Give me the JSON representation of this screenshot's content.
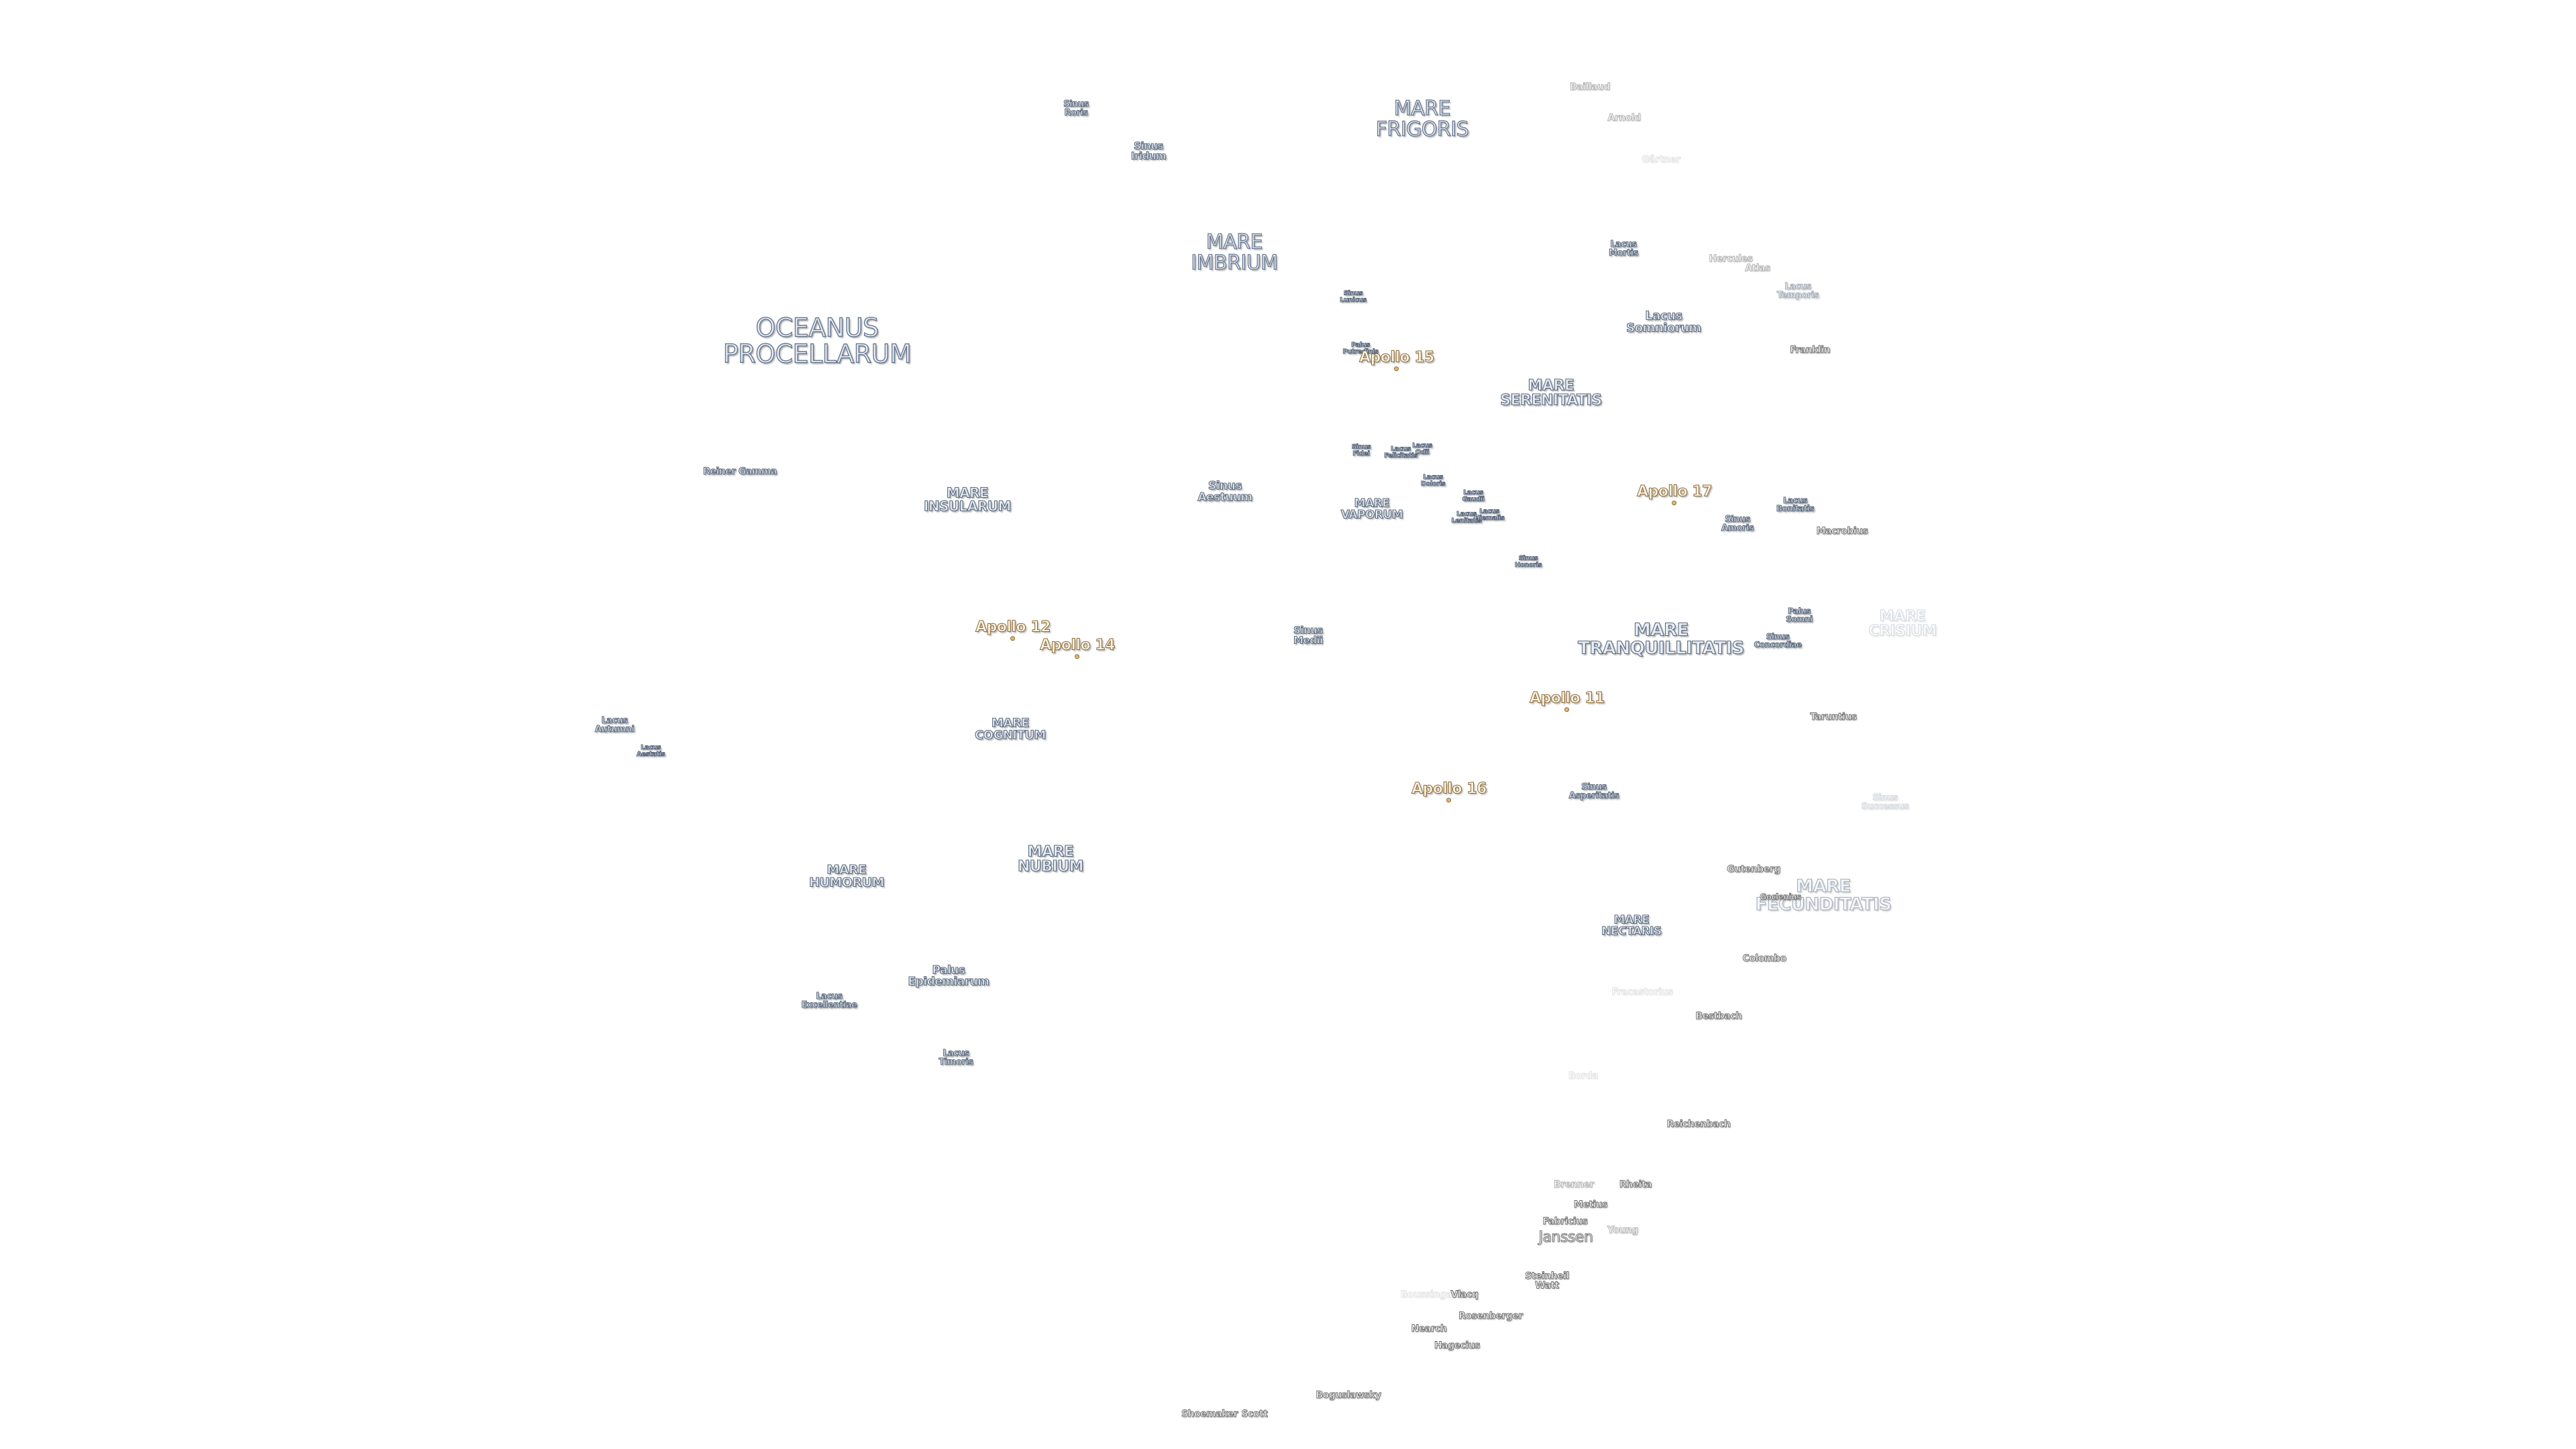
{
  "map": {
    "oceanus_procellarum": "OCEANUS\nPROCELLARUM",
    "mare_frigoris": "MARE\nFRIGORIS",
    "mare_imbrium": "MARE\nIMBRIUM",
    "mare_serenitatis": "MARE\nSERENITATIS",
    "mare_tranquillitatis": "MARE\nTRANQUILLITATIS",
    "mare_crisium": "MARE\nCRISIUM",
    "mare_fecunditatis": "MARE\nFECUNDITATIS",
    "mare_nectaris": "MARE\nNECTARIS",
    "mare_nubium": "MARE\nNUBIUM",
    "mare_humorum": "MARE\nHUMORUM",
    "mare_cognitum": "MARE\nCOGNITUM",
    "mare_insularum": "MARE\nINSULARUM",
    "mare_vaporum": "MARE\nVAPORUM",
    "sinus_roris": "Sinus\nRoris",
    "sinus_iridum": "Sinus\nIridum",
    "sinus_lunicus": "Sinus\nLunicus",
    "palus_putredinis": "Palus\nPutredinis",
    "sinus_fidei": "Sinus\nFidei",
    "lacus_felicitatis": "Lacus\nFelicitatis",
    "lacus_odii": "Lacus\nOdii",
    "lacus_doloris": "Lacus\nDoloris",
    "lacus_gaudii": "Lacus\nGaudii",
    "lacus_lenitatis": "Lacus\nLenitatis",
    "lacus_hiemalis": "Lacus\nHiemalis",
    "sinus_honoris": "Sinus\nHonoris",
    "sinus_aestuum": "Sinus\nAestuum",
    "sinus_medii": "Sinus\nMedii",
    "lacus_mortis": "Lacus\nMortis",
    "lacus_somniorum": "Lacus\nSomniorum",
    "lacus_temporis": "Lacus\nTemporis",
    "sinus_amoris": "Sinus\nAmoris",
    "lacus_bonitatis": "Lacus\nBonitatis",
    "palus_somni": "Palus\nSomni",
    "sinus_concordiae": "Sinus\nConcordiae",
    "sinus_asperitatis": "Sinus\nAsperitatis",
    "sinus_successus": "Sinus\nSuccessus",
    "lacus_autumni": "Lacus\nAutumni",
    "lacus_aestatis": "Lacus\nAestatis",
    "palus_epidemiarum": "Palus\nEpidemiarum",
    "lacus_excellentiae": "Lacus\nExcellentiae",
    "lacus_timoris": "Lacus\nTimoris",
    "reiner_gamma": "Reiner Gamma",
    "bailleul": "Baillaud",
    "arnold": "Arnold",
    "gartner": "Gärtner",
    "hercules": "Hercules",
    "atlas": "Atlas",
    "franklin": "Franklin",
    "macrobius": "Macrobius",
    "taruntius": "Taruntius",
    "gutenberg": "Gutenberg",
    "goclenius": "Goclenius",
    "colombo": "Colombo",
    "fracastorius": "Fracastorius",
    "borda": "Borda",
    "reichenbach": "Reichenbach",
    "brenner": "Brenner",
    "metius": "Metius",
    "rheita": "Rheita",
    "fabricius": "Fabricius",
    "young": "Young",
    "janssen": "Janssen",
    "steinheil": "Steinheil\nWatt",
    "boussingault": "Boussingault",
    "vlacq": "Vlacq",
    "rosenberger": "Rosenberger",
    "nearch": "Nearch",
    "hagecius": "Hagecius",
    "boguslawsky": "Boguslawsky",
    "shoemaker": "Shoemaker",
    "scott": "Scott",
    "bestbach": "Bestbach"
  },
  "apollo": {
    "a11": "Apollo 11",
    "a12": "Apollo 12",
    "a14": "Apollo 14",
    "a15": "Apollo 15",
    "a16": "Apollo 16",
    "a17": "Apollo 17"
  },
  "colors": {
    "feature_fill": "#e6edf6",
    "feature_outline": "#5c6a7e",
    "apollo_fill": "#fff3dc",
    "apollo_outline": "#8a6a3c"
  }
}
